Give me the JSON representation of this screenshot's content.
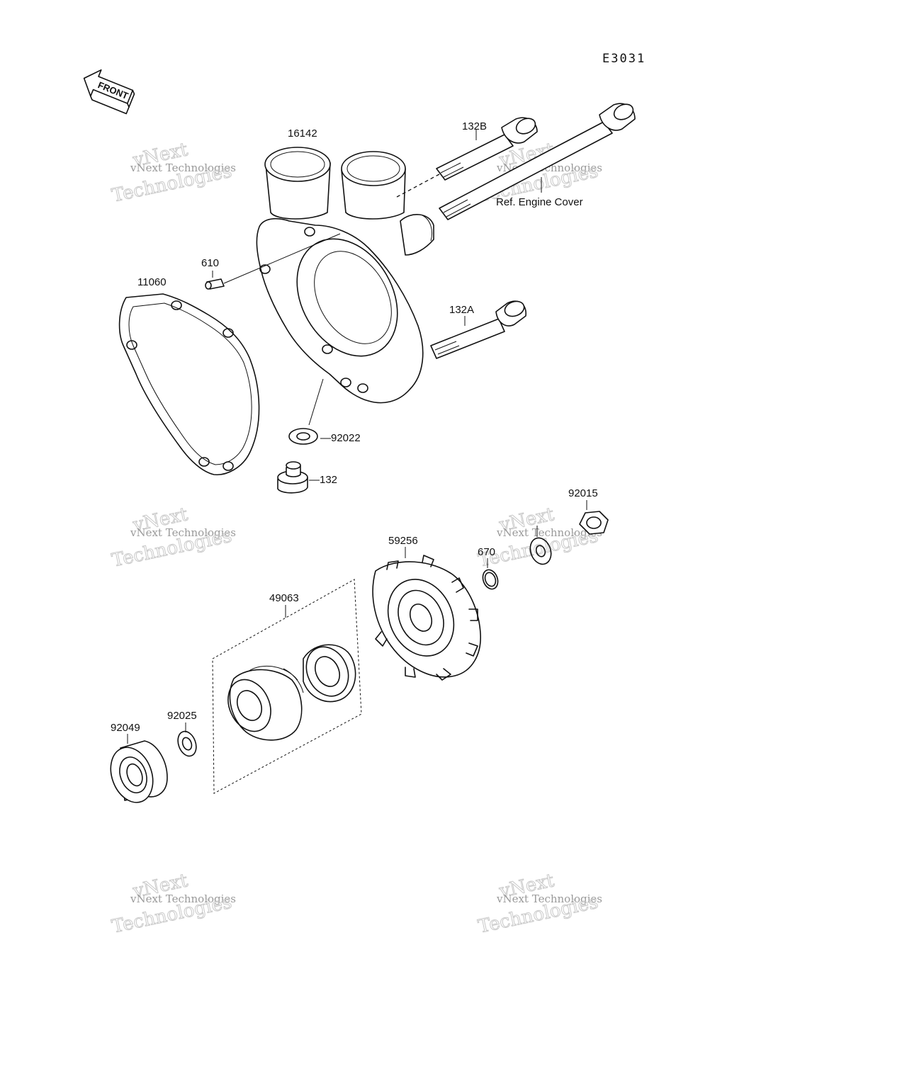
{
  "diagram_code": "E3031",
  "front_arrow": {
    "label": "FRONT",
    "icon": "front-arrow-icon"
  },
  "parts": {
    "p16142": "16142",
    "p132B": "132B",
    "ref_engine_cover": "Ref. Engine Cover",
    "p610": "610",
    "p11060": "11060",
    "p132A": "132A",
    "p92022": "—92022",
    "p132": "—132",
    "p92015": "92015",
    "p59256": "59256",
    "p670": "670",
    "p49063": "49063",
    "p92049": "92049",
    "p92025": "92025"
  },
  "watermark": {
    "line1": "vNext Technologies",
    "line2": "vNext",
    "line3": "Technologies"
  }
}
